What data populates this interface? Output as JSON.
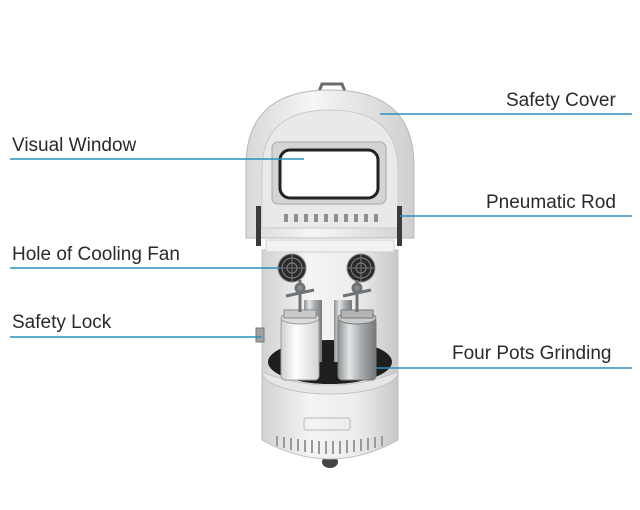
{
  "labels": {
    "safety_cover": "Safety Cover",
    "visual_window": "Visual Window",
    "pneumatic_rod": "Pneumatic Rod",
    "cooling_fan_hole": "Hole of Cooling Fan",
    "safety_lock": "Safety Lock",
    "four_pots": "Four Pots Grinding"
  },
  "colors": {
    "leader_line": "#2a8fbd",
    "text": "#2a2a2a",
    "machine_body": "#eeeeee",
    "steel": "#b5b8bb"
  }
}
